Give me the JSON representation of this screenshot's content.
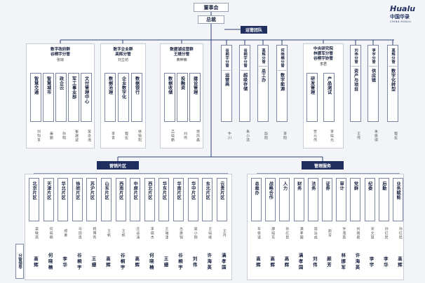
{
  "brand": {
    "logo_text": "Hualu",
    "cn": "中国华录",
    "en": "CHINA HUALU"
  },
  "colors": {
    "navy": "#1f2e5e",
    "line": "#2b3f73",
    "accent": "#1e88e5"
  },
  "top": {
    "board": "董事会",
    "president": "总裁",
    "ops_team": "运管团队"
  },
  "groups": [
    {
      "title": "数字政府群\n谷桐宇分管",
      "person": "张琼"
    },
    {
      "title": "数字企业群\n高辉分管",
      "person": "刘立坊"
    },
    {
      "title": "数据湖运营群\n王婧分管",
      "person": "黄晔楠"
    },
    {
      "title": "中央研究院\n林挪军分管\n谷桐宇协管",
      "person": "李君"
    }
  ],
  "depts_top": [
    {
      "name": "智慧交通",
      "person": "刘钧青"
    },
    {
      "name": "智慧城市",
      "person": "秦鹏"
    },
    {
      "name": "政企云",
      "person": "孙明"
    },
    {
      "name": "军工事业部",
      "person": "崔建波"
    },
    {
      "name": "文付管理中心",
      "person": "吴念海"
    },
    {
      "name": "数据治理",
      "person": "李青"
    },
    {
      "name": "企业数字化",
      "person": "程宏"
    },
    {
      "name": "数据银行",
      "person": "林镜阳"
    },
    {
      "name": "数据收储",
      "person": "吕晓鹏"
    },
    {
      "name": "投融资",
      "person": "刘伟"
    },
    {
      "name": "建设管理",
      "person": "徐凤鑫"
    },
    {
      "name": "谷桐宇分管",
      "name2": "运营商",
      "person": "牛川"
    },
    {
      "name": "谷桐宇分管",
      "name2": "超级存储",
      "person": "朱小清"
    },
    {
      "name": "高辉分管",
      "name2": "总工办",
      "person": "赵阳"
    },
    {
      "name": "何晓楠分管",
      "name2": "数字能源",
      "person": "李阳"
    },
    {
      "name": "研发管理",
      "person": "贾元伟"
    },
    {
      "name": "产品测试",
      "person": "李晓光"
    },
    {
      "name": "刘伟分管",
      "name2": "资产与项目",
      "person": "王伟"
    },
    {
      "name": "李宇分管",
      "name2": "供应链",
      "person": "朱俊琪"
    },
    {
      "name": "高辉分管",
      "name2": "数字化转型",
      "person": "程宏"
    }
  ],
  "bottom_headers": {
    "sales": "营销片区",
    "mgmt": "管理服务"
  },
  "sales_regions": [
    {
      "name": "北京片区",
      "person": "梁敏燕",
      "mgr": "高辉"
    },
    {
      "name": "天津片区",
      "person": "何晓楠",
      "mgr": "何晓楠"
    },
    {
      "name": "华北片区",
      "person": "郑勇",
      "mgr": "李华"
    },
    {
      "name": "徐皖片区",
      "person": "马田良",
      "mgr": "谷桐宇"
    },
    {
      "name": "苏沪片区",
      "person": "杨博青",
      "mgr": "王姗"
    },
    {
      "name": "山东片区",
      "person": "王帆",
      "mgr": "高辉"
    },
    {
      "name": "西南片区",
      "person": "王帆",
      "mgr": "谷桐宇"
    },
    {
      "name": "中原片区",
      "person": "庄运涛",
      "mgr": "高辉"
    },
    {
      "name": "西北片区",
      "person": "李德杰",
      "mgr": "何晓楠"
    },
    {
      "name": "华东片区",
      "person": "王瑞津",
      "mgr": "王姗"
    },
    {
      "name": "华南片区",
      "person": "古惠锦",
      "mgr": "谷桐宇"
    },
    {
      "name": "华中片区",
      "person": "吴小刚",
      "mgr": "刘伟"
    },
    {
      "name": "东北片区",
      "person": "王晓峰",
      "mgr": "许海英"
    },
    {
      "name": "云贵片区",
      "person": "王丹",
      "mgr": "满孝国"
    }
  ],
  "mgmt_units": [
    {
      "name": "总裁办",
      "person": "车俊谊",
      "mgr": "高辉"
    },
    {
      "name": "战略合作",
      "person": "薛晓东",
      "mgr": "高辉"
    },
    {
      "name": "人力",
      "person": "孙红民",
      "mgr": "高辉"
    },
    {
      "name": "财务",
      "person": "满孝国",
      "mgr": "满孝国"
    },
    {
      "name": "法务",
      "person": "周治成",
      "mgr": "刘伟"
    },
    {
      "name": "证券",
      "person": "颜芳",
      "mgr": "颜芳"
    },
    {
      "name": "审计",
      "person": "许海英",
      "mgr": "林挪军"
    },
    {
      "name": "党群",
      "person": "刘丽君",
      "mgr": "许海英"
    },
    {
      "name": "纪委",
      "person": "宋文慧",
      "mgr": "李宇"
    },
    {
      "name": "后勤",
      "person": "孙红民",
      "mgr": "李华"
    },
    {
      "name": "业务赋能",
      "person": "孙红民",
      "mgr": "高辉"
    }
  ],
  "side_label": "分管领导"
}
